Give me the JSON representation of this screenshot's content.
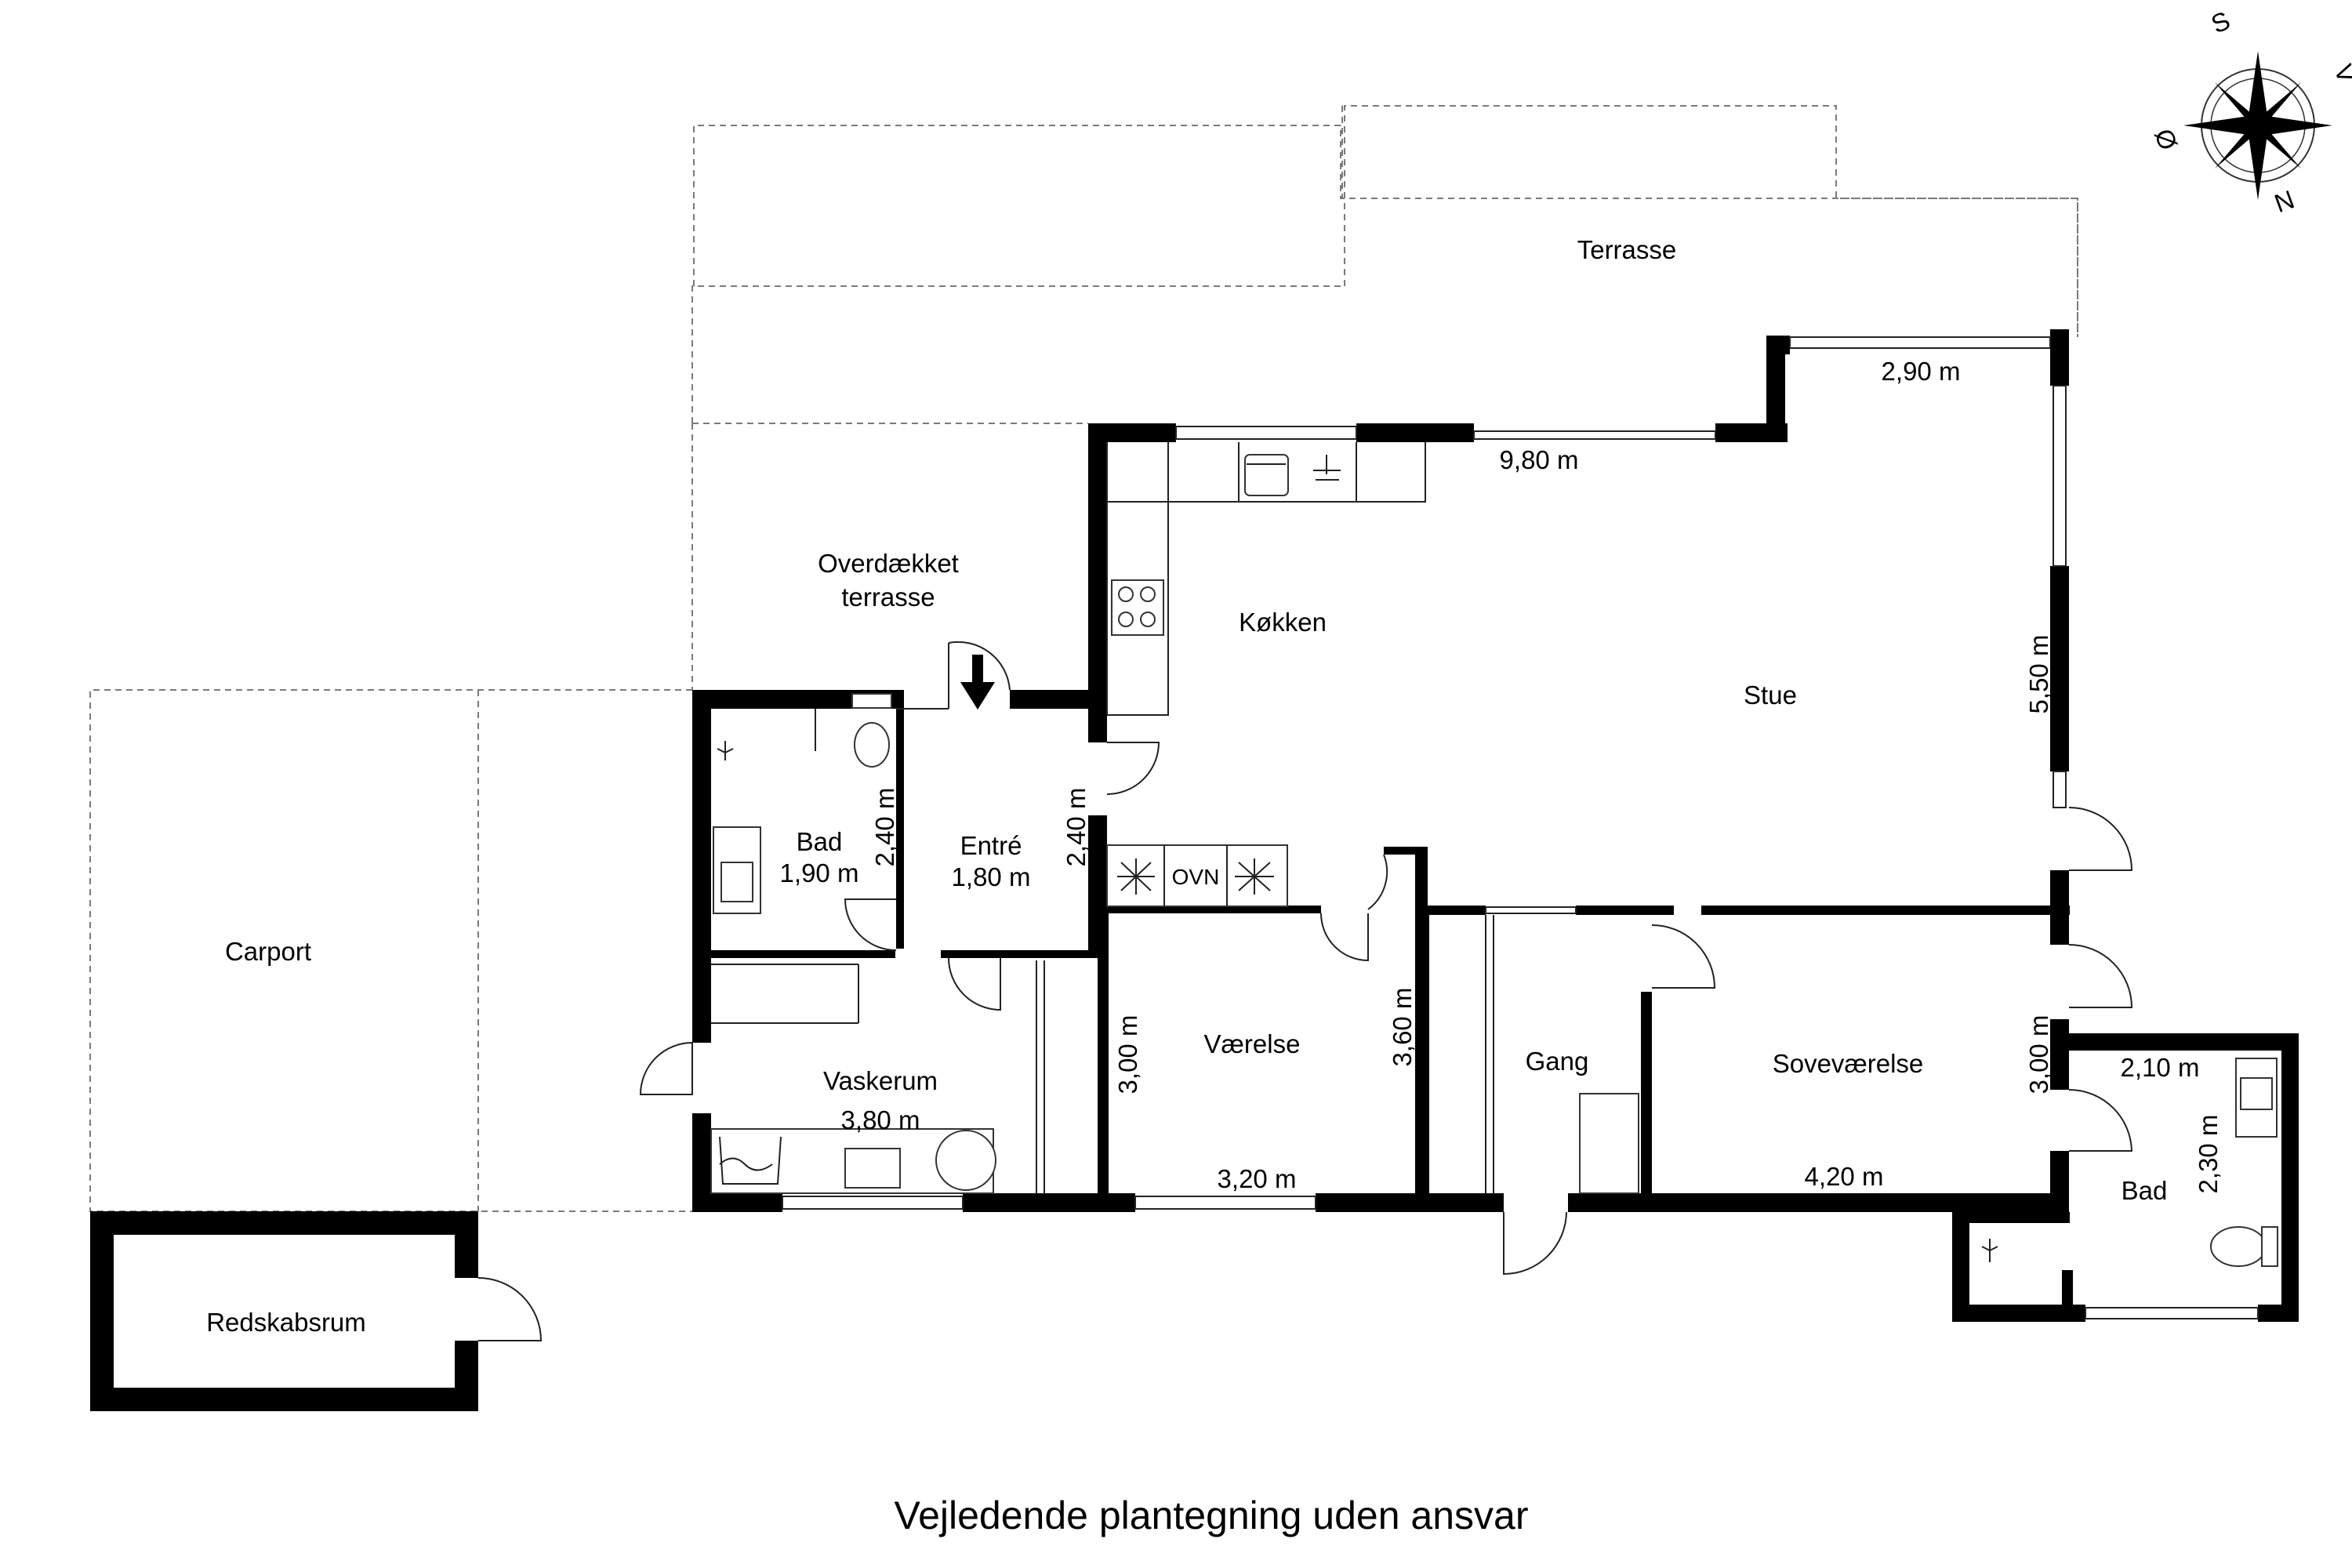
{
  "rooms": {
    "terrasse": "Terrasse",
    "overdaekket_1": "Overdækket",
    "overdaekket_2": "terrasse",
    "koekken": "Køkken",
    "stue": "Stue",
    "carport": "Carport",
    "bad1": "Bad",
    "entre": "Entré",
    "vaskerum": "Vaskerum",
    "vaerelse": "Værelse",
    "gang": "Gang",
    "sovevaerelse": "Soveværelse",
    "bad2": "Bad",
    "redskabsrum": "Redskabsrum"
  },
  "dimensions": {
    "stue_top": "2,90 m",
    "koekken_width": "9,80 m",
    "stue_side": "5,50 m",
    "bad1_width": "1,90 m",
    "bad1_height": "2,40 m",
    "entre_width": "1,80 m",
    "entre_height": "2,40 m",
    "vaskerum_width": "3,80 m",
    "vaerelse_height_left": "3,00 m",
    "vaerelse_width": "3,20 m",
    "vaerelse_height_right": "3,60 m",
    "sove_height": "3,00 m",
    "sove_width": "4,20 m",
    "bad2_width": "2,10 m",
    "bad2_height": "2,30 m"
  },
  "appliances": {
    "oven": "OVN"
  },
  "compass": {
    "s": "S",
    "v": "V",
    "n": "N",
    "o": "Ø"
  },
  "caption": "Vejledende plantegning uden ansvar"
}
